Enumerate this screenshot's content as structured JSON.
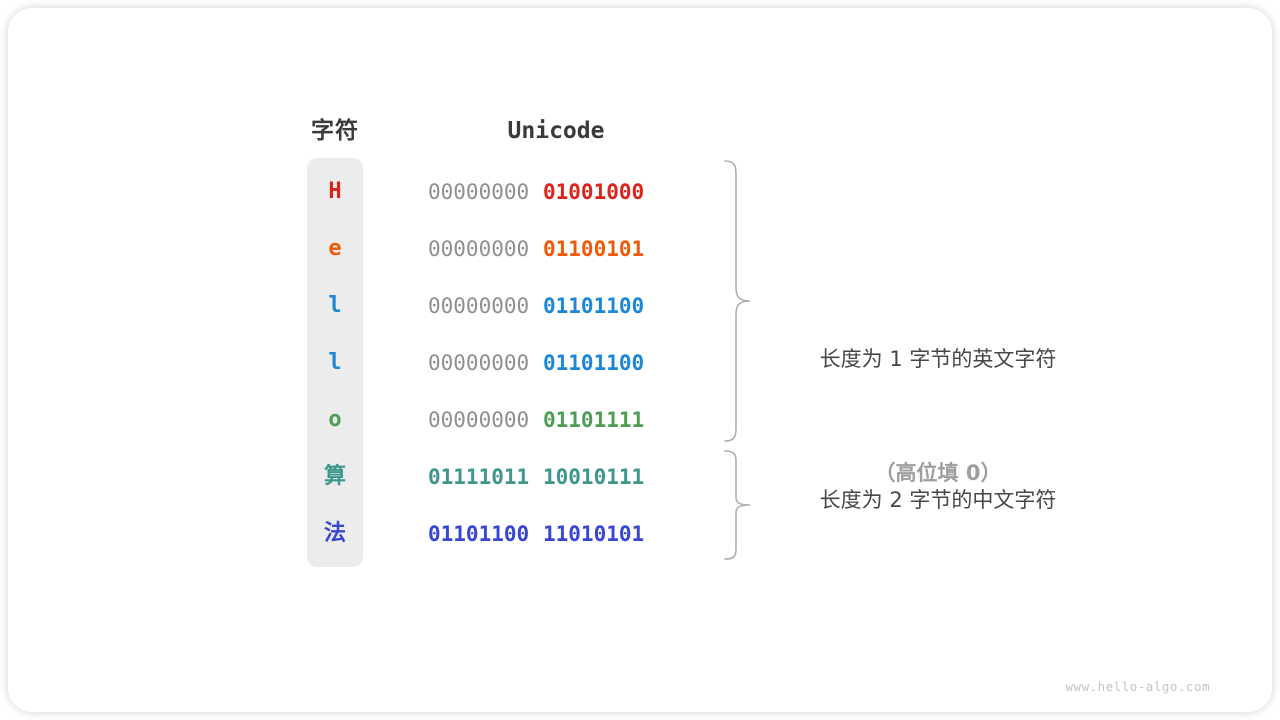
{
  "table": {
    "char_header": "字符",
    "unicode_header": "Unicode",
    "rows": [
      {
        "char": "H",
        "byte1": "00000000",
        "byte2": "01001000",
        "color": "#d9251d",
        "byte1_gray": true
      },
      {
        "char": "e",
        "byte1": "00000000",
        "byte2": "01100101",
        "color": "#ee5a0a",
        "byte1_gray": true
      },
      {
        "char": "l",
        "byte1": "00000000",
        "byte2": "01101100",
        "color": "#1d87d7",
        "byte1_gray": true
      },
      {
        "char": "l",
        "byte1": "00000000",
        "byte2": "01101100",
        "color": "#1d87d7",
        "byte1_gray": true
      },
      {
        "char": "o",
        "byte1": "00000000",
        "byte2": "01101111",
        "color": "#4f9d55",
        "byte1_gray": true
      },
      {
        "char": "算",
        "byte1": "01111011",
        "byte2": "10010111",
        "color": "#3f968c",
        "byte1_gray": false
      },
      {
        "char": "法",
        "byte1": "01101100",
        "byte2": "11010101",
        "color": "#3846d2",
        "byte1_gray": false
      }
    ]
  },
  "annotations": {
    "group1_line1": "长度为 1 字节的英文字符",
    "group1_line2": "（高位填 0）",
    "group2_line1": "长度为 2 字节的中文字符"
  },
  "watermark": "www.hello-algo.com",
  "colors": {
    "gray_bits": "#8f8f8f",
    "column_background": "#ececec",
    "brace_stroke": "#aeaeae",
    "header_text": "#3a3a3a",
    "annotation_text": "#474747",
    "annotation_gray_text": "#9e9e9e",
    "watermark_text": "#c4c4c4"
  }
}
